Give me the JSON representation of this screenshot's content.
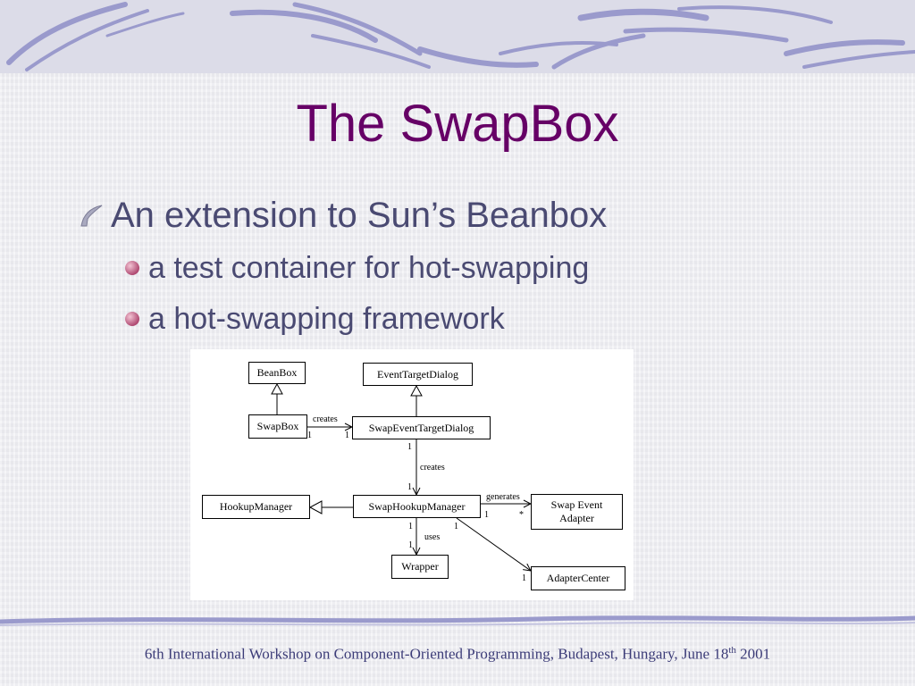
{
  "slide": {
    "title": "The SwapBox",
    "bullet": "An extension to Sun’s Beanbox",
    "subbullets": [
      "a test container for hot-swapping",
      "a hot-swapping framework"
    ],
    "footer": {
      "main": "6th International Workshop on Component-Oriented Programming, Budapest, Hungary, June 18",
      "sup": "th",
      "tail": " 2001"
    }
  },
  "diagram": {
    "classes": {
      "beanbox": "BeanBox",
      "swapbox": "SwapBox",
      "event_target_dialog": "EventTargetDialog",
      "swap_event_target_dialog": "SwapEventTargetDialog",
      "hookup_manager": "HookupManager",
      "swap_hookup_manager": "SwapHookupManager",
      "swap_event_adapter_line1": "Swap Event",
      "swap_event_adapter_line2": "Adapter",
      "wrapper": "Wrapper",
      "adapter_center": "AdapterCenter"
    },
    "labels": {
      "creates1": "creates",
      "creates2": "creates",
      "generates": "generates",
      "uses": "uses"
    },
    "multiplicities": {
      "one": "1",
      "many": "*"
    }
  },
  "colors": {
    "title": "#660066",
    "text": "#4a4a72",
    "footer": "#3c3c78",
    "accent": "#9a9acc"
  }
}
